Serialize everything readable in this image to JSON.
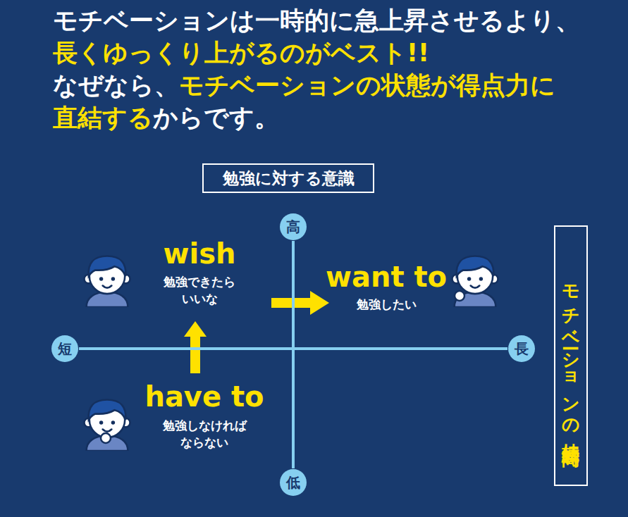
{
  "diagram": {
    "title": "モチベーションは一時的に急上昇させるより、 長くゆっくり上がるのがベスト!! なぜなら、モチベーションの状態が得点力に 直結するからです。",
    "nodes": [
      {
        "text": [
          "勉強に対する意識"
        ]
      },
      {
        "text": [
          "高"
        ]
      },
      {
        "text": [
          "モチベーションの持続時間"
        ]
      },
      {
        "text": [
          "短"
        ]
      },
      {
        "text": [
          "長"
        ]
      },
      {
        "text": [
          "低"
        ]
      }
    ],
    "edges": [
      {
        "from": 1,
        "to": 5,
        "arrow": "none"
      },
      {
        "from": 3,
        "to": 4,
        "arrow": "none"
      }
    ],
    "labels": [
      "wish",
      "勉強できたら いいな",
      "want to",
      "勉強したい",
      "have to",
      "勉強しなければ ならない"
    ]
  }
}
